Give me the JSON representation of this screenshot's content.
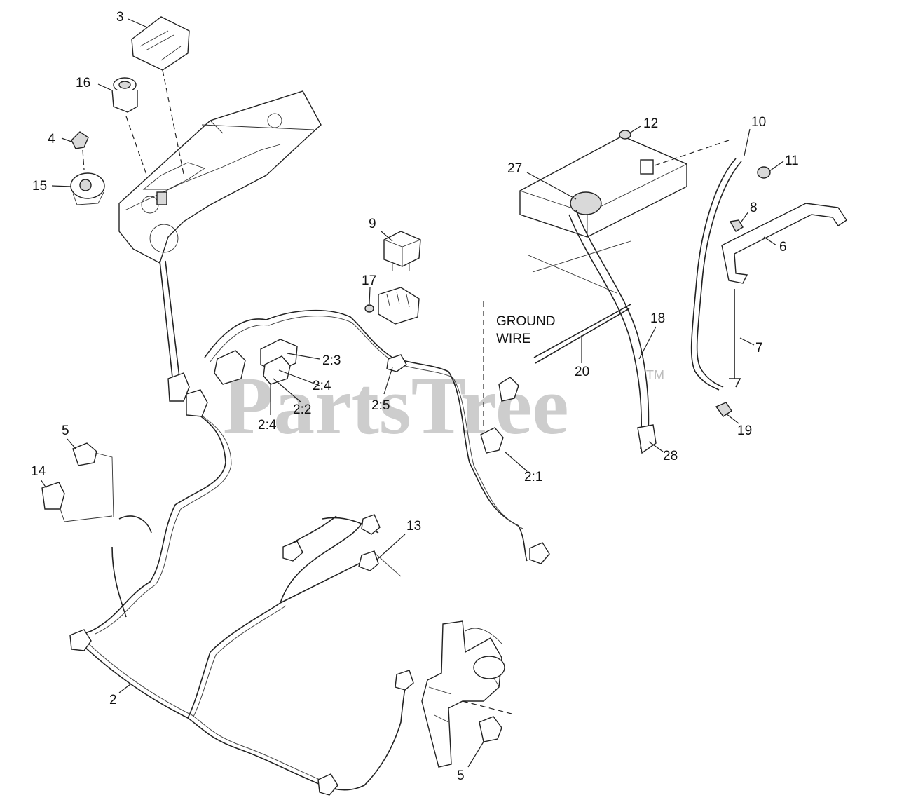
{
  "watermark": {
    "brand": "PartsTree",
    "trademark": "TM"
  },
  "note": {
    "line1": "GROUND",
    "line2": "WIRE"
  },
  "callouts": {
    "c3": "3",
    "c16": "16",
    "c4": "4",
    "c15": "15",
    "c12": "12",
    "c10": "10",
    "c11": "11",
    "c27": "27",
    "c8": "8",
    "c6": "6",
    "c9": "9",
    "c17": "17",
    "c18": "18",
    "c7": "7",
    "c20": "20",
    "c19": "19",
    "c28": "28",
    "c2_3": "2:3",
    "c2_4a": "2:4",
    "c2_2": "2:2",
    "c2_4b": "2:4",
    "c2_5": "2:5",
    "c2_1": "2:1",
    "c5a": "5",
    "c14": "14",
    "c13": "13",
    "c2": "2",
    "c5b": "5"
  }
}
